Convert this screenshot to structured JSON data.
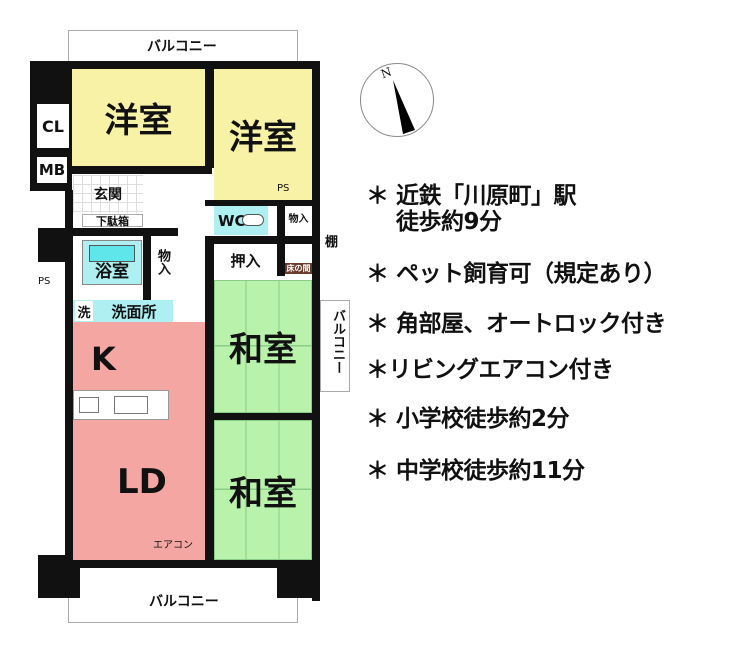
{
  "floorplan": {
    "balcony_top": "バルコニー",
    "balcony_bottom": "バルコニー",
    "balcony_right": "バルコニー",
    "rooms": {
      "western_room_1": "洋室",
      "western_room_2": "洋室",
      "closet": "CL",
      "meter_box": "MB",
      "entrance": "玄関",
      "shoe_box": "下駄箱",
      "bathroom": "浴室",
      "storage_1": "物入",
      "wc": "WC",
      "storage_2": "物入",
      "oshiire": "押入",
      "tokonoma": "床の間",
      "japanese_room_1": "和室",
      "japanese_room_2": "和室",
      "washroom": "洗面所",
      "washer": "洗",
      "kitchen": "K",
      "living_dining": "LD"
    },
    "labels": {
      "ps_1": "PS",
      "ps_2": "PS",
      "shelf": "棚",
      "aircon": "エアコン"
    }
  },
  "compass": {
    "north_label": "N"
  },
  "features": [
    {
      "bullet": "＊",
      "line1": "近鉄「川原町」駅",
      "line2": "徒歩約9分"
    },
    {
      "bullet": "＊",
      "line1": "ペット飼育可（規定あり）"
    },
    {
      "bullet": "＊",
      "line1": "角部屋、オートロック付き"
    },
    {
      "bullet": "＊",
      "line1": "リビングエアコン付き"
    },
    {
      "bullet": "＊",
      "line1": "小学校徒歩約2分"
    },
    {
      "bullet": "＊",
      "line1": "中学校徒歩約11分"
    }
  ]
}
